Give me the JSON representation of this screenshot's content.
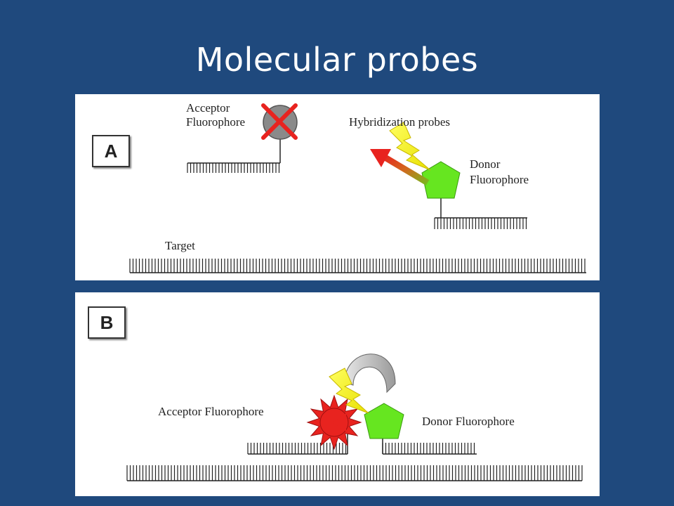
{
  "slide": {
    "title": "Molecular probes"
  },
  "panel_a": {
    "letter": "A",
    "acceptor_label_line1": "Acceptor",
    "acceptor_label_line2": "Fluorophore",
    "hybridization_label": "Hybridization probes",
    "donor_label_line1": "Donor",
    "donor_label_line2": "Fluorophore",
    "target_label": "Target"
  },
  "panel_b": {
    "letter": "B",
    "acceptor_label": "Acceptor Fluorophore",
    "donor_label": "Donor Fluorophore"
  },
  "colors": {
    "background": "#1f497d",
    "acceptor_quenched": "#8a8a8a",
    "acceptor_active": "#e8231f",
    "donor": "#66e620",
    "lightning": "#f5f000",
    "cross": "#e8231f"
  }
}
